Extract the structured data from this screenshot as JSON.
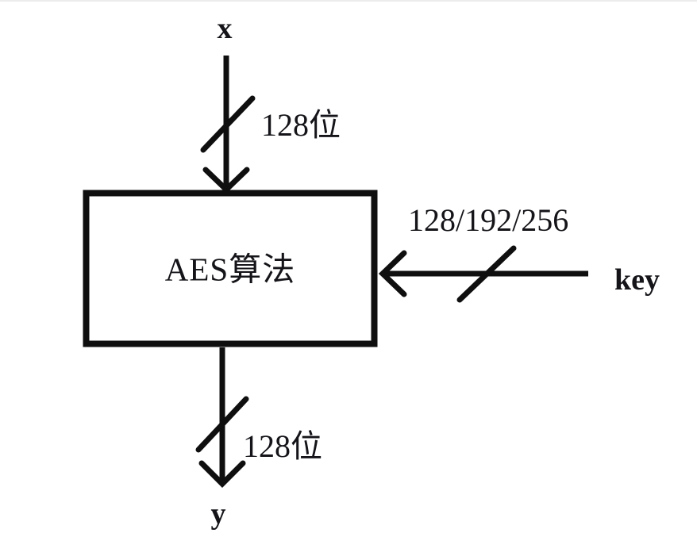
{
  "diagram": {
    "box_label": "AES算法",
    "input": {
      "label": "x",
      "width_label": "128位"
    },
    "key": {
      "label": "key",
      "width_label": "128/192/256"
    },
    "output": {
      "label": "y",
      "width_label": "128位"
    },
    "colors": {
      "stroke": "#0f0f0f",
      "text": "#141419",
      "background": "#ffffff"
    }
  }
}
